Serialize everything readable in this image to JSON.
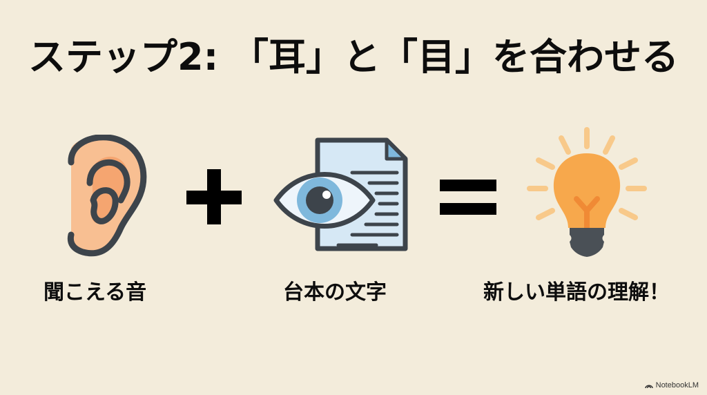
{
  "title": "ステップ2: 「耳」と「目」を合わせる",
  "equation": {
    "items": [
      {
        "icon": "ear-icon",
        "label": "聞こえる音"
      },
      {
        "operator": "plus-icon"
      },
      {
        "icon": "eye-document-icon",
        "label": "台本の文字"
      },
      {
        "operator": "equals-icon"
      },
      {
        "icon": "lightbulb-icon",
        "label": "新しい単語の理解！"
      }
    ]
  },
  "labels": {
    "ear": "聞こえる音",
    "script": "台本の文字",
    "result": "新しい単語の理解！"
  },
  "colors": {
    "background": "#f3ecdb",
    "ear_skin": "#f8bf92",
    "ear_inner": "#f5a06a",
    "outline": "#3d444b",
    "doc_fill": "#d6e8f5",
    "eye_iris": "#7fb8dc",
    "bulb": "#f7a84c",
    "bulb_filament": "#f08a35",
    "rays": "#f8c98a"
  },
  "watermark": "NotebookLM"
}
